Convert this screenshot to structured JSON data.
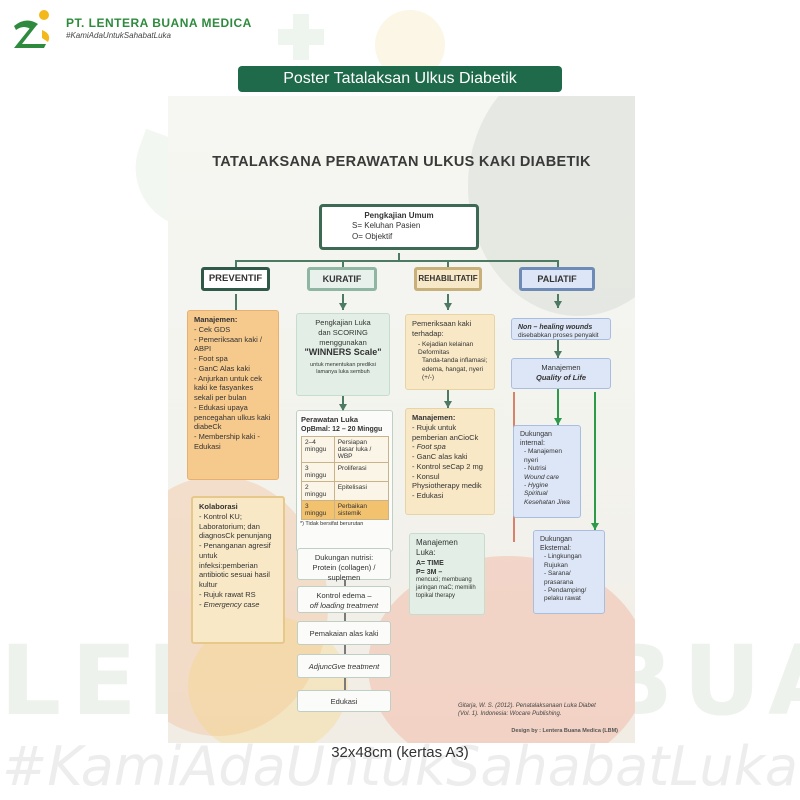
{
  "header": {
    "company": "PT. LENTERA BUANA MEDICA",
    "tagline": "#KamiAdaUntukSahabatLuka",
    "banner": "Poster Tatalaksan Ulkus Diabetik"
  },
  "watermark": {
    "big_text": "LENTERA BUANA MEDICA",
    "tagline": "#KamiAdaUntukSahabatLuka"
  },
  "poster": {
    "title": "TATALAKSANA PERAWATAN ULKUS KAKI DIABETIK",
    "pengkajian": {
      "title": "Pengkajian Umum",
      "s": "S= Keluhan Pasien",
      "o": "O= Objektif"
    },
    "categories": {
      "preventif": "PREVENTIF",
      "kuratif": "KURATIF",
      "rehabilitatif": "REHABILITATIF",
      "paliatif": "PALIATIF"
    },
    "preventif": {
      "manajemen_title": "Manajemen:",
      "manajemen_items": [
        "- Cek GDS",
        "- Pemeriksaan kaki / ABPI",
        "- Foot spa",
        "- GanC Alas kaki",
        "- Anjurkan untuk cek kaki ke fasyankes sekali per bulan",
        "- Edukasi upaya pencegahan ulkus kaki diabeCk",
        "- Membership kaki - Edukasi"
      ],
      "kolaborasi_title": "Kolaborasi",
      "kolaborasi_items": [
        "- Kontrol KU; Laboratorium; dan diagnosCk penunjang",
        "- Penanganan agresif untuk infeksi:pemberian antibiotic sesuai hasil kultur",
        "- Rujuk rawat RS",
        "- Emergency case"
      ]
    },
    "kuratif": {
      "pengkajian_line1": "Pengkajian Luka",
      "pengkajian_line2": "dan SCORING",
      "pengkajian_line3": "menggunakan",
      "winners": "\"WINNERS Scale\"",
      "pengkajian_note": "untuk menentukan prediksi lamanya luka sembuh",
      "perawatan_title": "Perawatan Luka",
      "perawatan_sub": "OpBmal: 12 – 20 Minggu",
      "table": [
        [
          "2–4 minggu",
          "Persiapan dasar luka / WBP"
        ],
        [
          "3 minggu",
          "Proliferasi"
        ],
        [
          "2 minggu",
          "Epitelisasi"
        ],
        [
          "3 minggu",
          "Perbaikan sistemik"
        ]
      ],
      "table_note": "*) Tidak bersifat berurutan",
      "dukungan_nutrisi": "Dukungan nutrisi: Protein (collagen) / suplemen",
      "kontrol_edema": "Kontrol edema –",
      "kontrol_edema_sub": "off loading treatment",
      "pemakaian": "Pemakaian alas kaki",
      "adjunctive": "AdjuncGve treatment",
      "edukasi": "Edukasi"
    },
    "rehabilitatif": {
      "pemeriksaan_title": "Pemeriksaan kaki terhadap:",
      "pemeriksaan_items": [
        "- Kejadian kelainan Deformitas",
        "Tanda-tanda inflamasi; edema, hangat, nyeri (+/-)"
      ],
      "manajemen_title": "Manajemen:",
      "manajemen_items": [
        "- Rujuk untuk pemberian anCioCk",
        "- Foot spa",
        "- GanC alas kaki",
        "- Kontrol seCap 2 mg",
        "- Konsul Physiotherapy medik",
        "- Edukasi"
      ],
      "manajemen_luka_title": "Manajemen Luka:",
      "manajemen_luka_a": "A= TIME",
      "manajemen_luka_p": "P= 3M –",
      "manajemen_luka_desc": "mencuci; membuang jaringan maC; memilih topikal therapy"
    },
    "paliatif": {
      "nonhealing_title": "Non – healing wounds",
      "nonhealing_sub": "disebabkan proses penyakit",
      "manajemen_title": "Manajemen",
      "manajemen_sub": "Quality of Life",
      "internal_title": "Dukungan internal:",
      "internal_items": [
        "- Manajemen nyeri",
        "- Nutrisi",
        "Wound care",
        "- Hygine",
        "Spiritual",
        "Kesehatan Jiwa"
      ],
      "eksternal_title": "Dukungan Eksternal:",
      "eksternal_items": [
        "- Lingkungan",
        "Rujukan",
        "- Sarana/ prasarana",
        "- Pendamping/ pelaku rawat"
      ]
    },
    "citation_line1": "Gitarja, W. S. (2012). Penatalaksanaan Luka Diabet",
    "citation_line2": "(Vol. 1). Indonesia: Wocare Publishing.",
    "design_by": "Design by : Lentera Buana Medica (LBM)"
  },
  "size_label": "32x48cm (kertas A3)",
  "colors": {
    "brand_green": "#2e8b3e",
    "banner_bg": "#1e6a4a",
    "preventif_orange": "#f6c98d",
    "rehab_cream": "#f8e8c6",
    "paliatif_blue": "#dde6f6"
  }
}
